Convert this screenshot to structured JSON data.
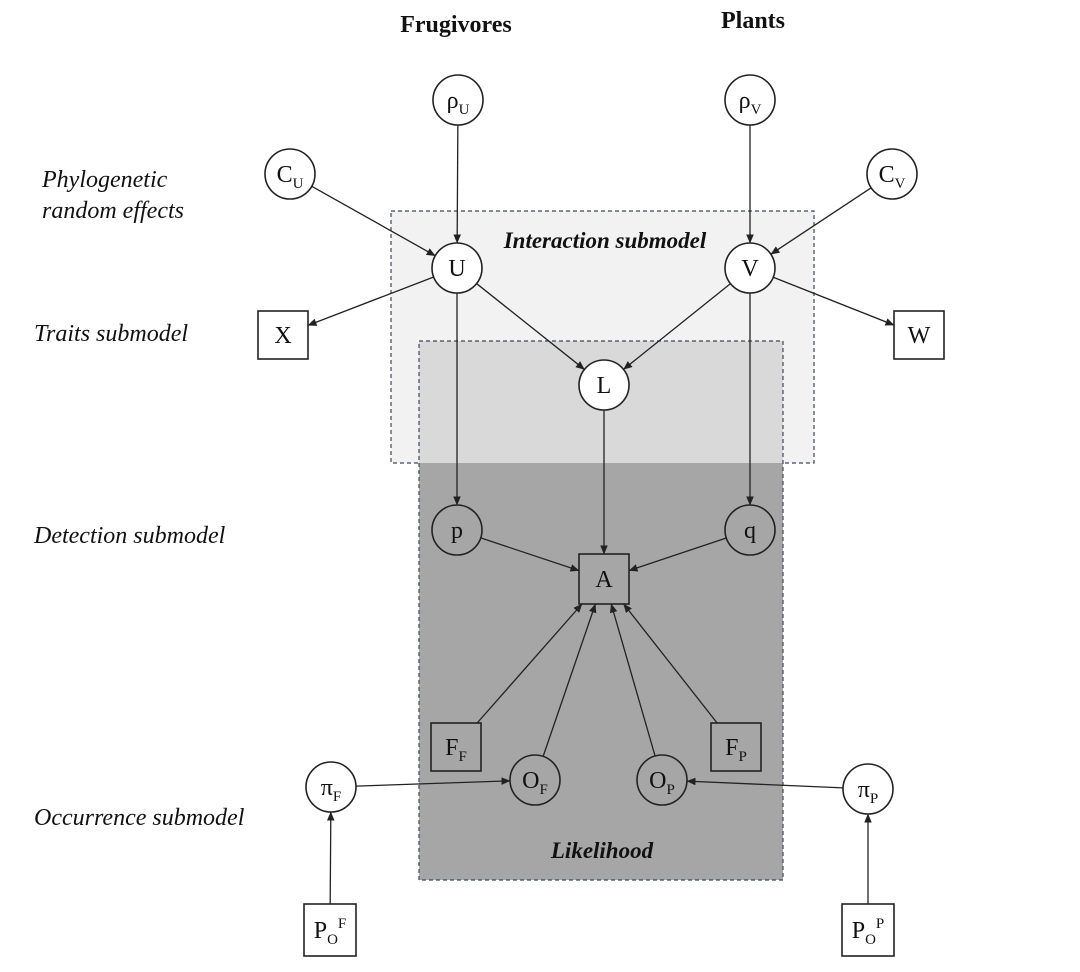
{
  "columns": {
    "frugivores": "Frugivores",
    "plants": "Plants"
  },
  "row_labels": {
    "phylogenetic_line1": "Phylogenetic",
    "phylogenetic_line2": "random effects",
    "traits": "Traits submodel",
    "detection": "Detection submodel",
    "occurrence": "Occurrence submodel"
  },
  "panels": {
    "interaction": "Interaction submodel",
    "likelihood": "Likelihood"
  },
  "nodes": {
    "rho_U": {
      "main": "ρ",
      "sub": "U"
    },
    "rho_V": {
      "main": "ρ",
      "sub": "V"
    },
    "C_U": {
      "main": "C",
      "sub": "U"
    },
    "C_V": {
      "main": "C",
      "sub": "V"
    },
    "U": {
      "main": "U"
    },
    "V": {
      "main": "V"
    },
    "X": {
      "main": "X"
    },
    "W": {
      "main": "W"
    },
    "L": {
      "main": "L"
    },
    "p": {
      "main": "p"
    },
    "q": {
      "main": "q"
    },
    "A": {
      "main": "A"
    },
    "F_F": {
      "main": "F",
      "sub": "F"
    },
    "F_P": {
      "main": "F",
      "sub": "P"
    },
    "O_F": {
      "main": "O",
      "sub": "F"
    },
    "O_P": {
      "main": "O",
      "sub": "P"
    },
    "pi_F": {
      "main": "π",
      "sub": "F"
    },
    "pi_P": {
      "main": "π",
      "sub": "P"
    },
    "P_O_F": {
      "main": "P",
      "sub": "O",
      "sup": "F"
    },
    "P_O_P": {
      "main": "P",
      "sub": "O",
      "sup": "P"
    }
  },
  "edges": [
    [
      "rho_U",
      "U"
    ],
    [
      "C_U",
      "U"
    ],
    [
      "rho_V",
      "V"
    ],
    [
      "C_V",
      "V"
    ],
    [
      "U",
      "X"
    ],
    [
      "V",
      "W"
    ],
    [
      "U",
      "L"
    ],
    [
      "V",
      "L"
    ],
    [
      "U",
      "p"
    ],
    [
      "V",
      "q"
    ],
    [
      "L",
      "A"
    ],
    [
      "p",
      "A"
    ],
    [
      "q",
      "A"
    ],
    [
      "F_F",
      "A"
    ],
    [
      "O_F",
      "A"
    ],
    [
      "O_P",
      "A"
    ],
    [
      "F_P",
      "A"
    ],
    [
      "pi_F",
      "O_F"
    ],
    [
      "pi_P",
      "O_P"
    ],
    [
      "P_O_F",
      "pi_F"
    ],
    [
      "P_O_P",
      "pi_P"
    ]
  ]
}
